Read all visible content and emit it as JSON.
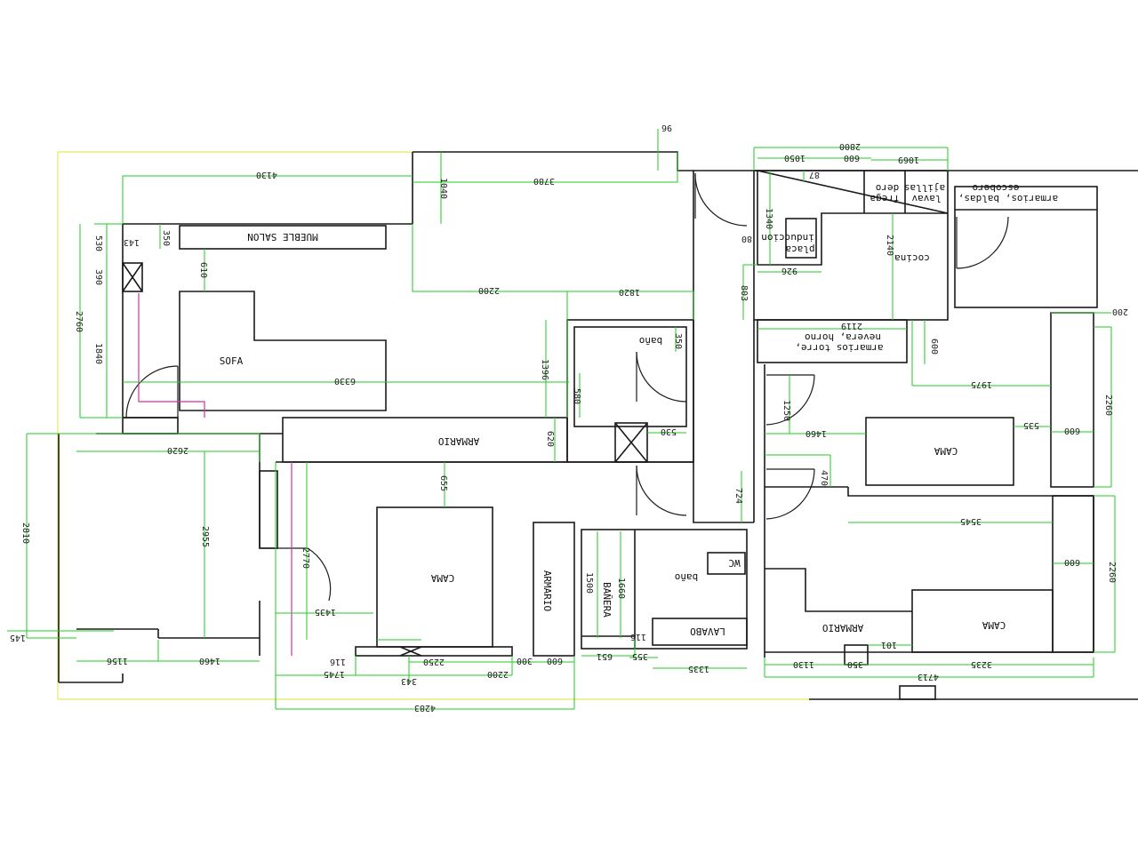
{
  "labels": {
    "mueble_salon": "MUEBLE SALON",
    "sofa": "SOFA",
    "armario_1": "ARMARIO",
    "armario_2": "ARMARIO",
    "armario_3": "ARMARIO",
    "cama_1": "CAMA",
    "cama_2": "CAMA",
    "cama_3": "CAMA",
    "bano_1": "baño",
    "bano_2": "baño",
    "banera": "BAÑERA",
    "wc": "WC",
    "lavabo": "LAVABO",
    "cocina": "cocina",
    "placa_1": "placa",
    "placa_2": "induccion",
    "frega_1": "frega",
    "frega_2": "dero",
    "lavav_1": "lavav",
    "lavav_2": "ajillas",
    "escobero_1": "armarios, baldas,",
    "escobero_2": "escobero",
    "torre_1": "armarios torre,",
    "torre_2": "nevera, horno"
  },
  "dims": {
    "d4130": "4130",
    "d3780": "3780",
    "d1040": "1040",
    "d2200a": "2200",
    "d1820": "1820",
    "d530": "530",
    "d390": "390",
    "d143": "143",
    "d350a": "350",
    "d610": "610",
    "d2760": "2760",
    "d1840": "1840",
    "d6330": "6330",
    "d1396": "1396",
    "d580": "580",
    "d350b": "350",
    "d530b": "530",
    "d620": "620",
    "d2620": "2620",
    "d2955": "2955",
    "d2810": "2810",
    "d655": "655",
    "d2770": "2770",
    "d1435": "1435",
    "d145": "145",
    "d1156": "1156",
    "d1460a": "1460",
    "d116": "116",
    "d1745": "1745",
    "d343": "343",
    "d2250": "2250",
    "d300": "300",
    "d600a": "600",
    "d2200b": "2200",
    "d4283": "4283",
    "d1500": "1500",
    "d1660": "1660",
    "d651": "651",
    "d355": "355",
    "d116b": "116",
    "d1335": "1335",
    "d96": "96",
    "d2800": "2800",
    "d1050": "1050",
    "d600b": "600",
    "d1069": "1069",
    "d87": "87",
    "d1340": "1340",
    "d2140": "2140",
    "d80": "80",
    "d926": "926",
    "d803": "803",
    "d2119": "2119",
    "d600c": "600",
    "d200": "200",
    "d1975": "1975",
    "d1250": "1250",
    "d1460b": "1460",
    "d535": "535",
    "d600d": "600",
    "d2260a": "2260",
    "d470": "470",
    "d724": "724",
    "d3545": "3545",
    "d600e": "600",
    "d2260b": "2260",
    "d101": "101",
    "d1130": "1130",
    "d350c": "350",
    "d3235": "3235",
    "d4713": "4713"
  }
}
